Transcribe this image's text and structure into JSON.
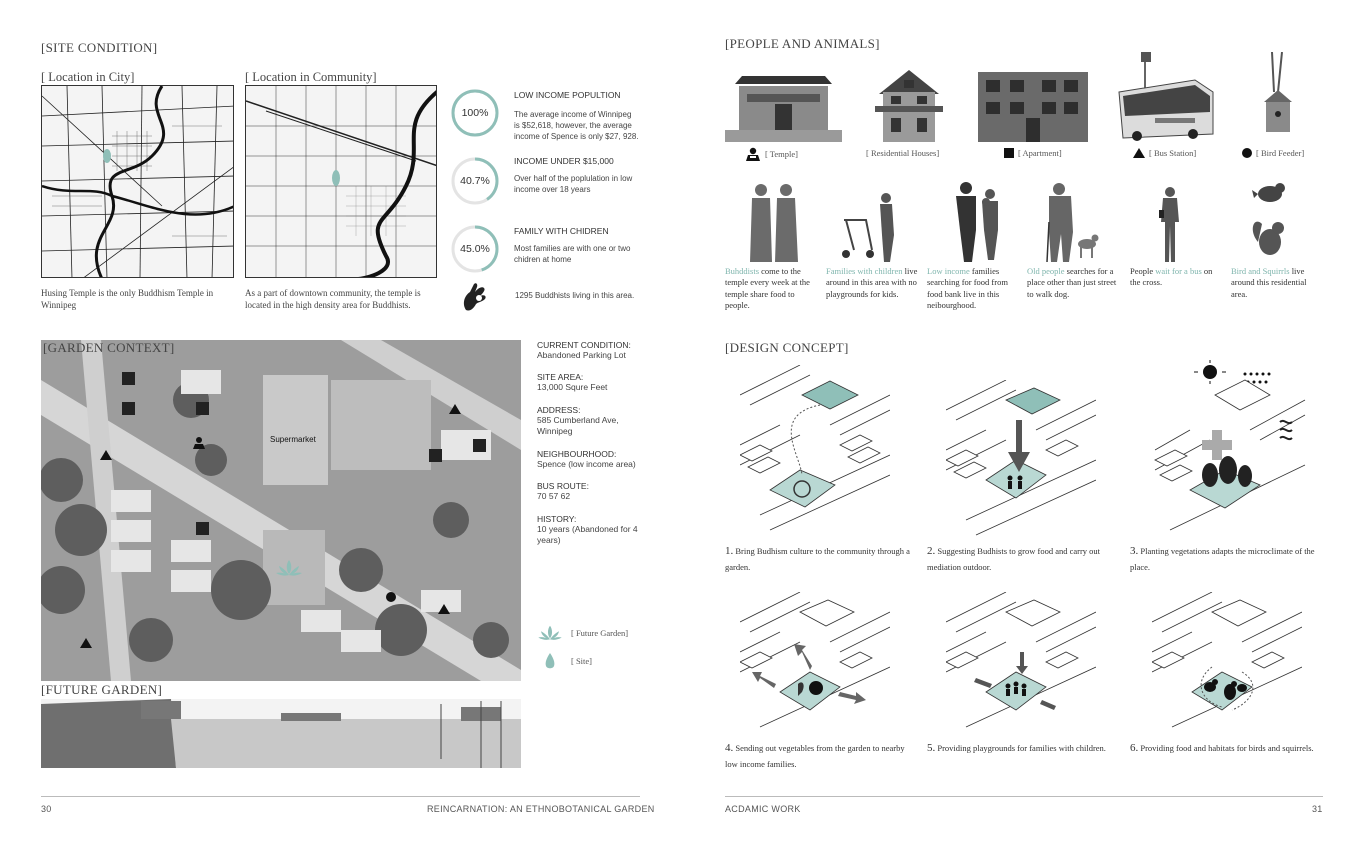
{
  "left": {
    "site_condition": {
      "title": "[SITE CONDITION]",
      "city_map_title": "[ Location in City]",
      "community_map_title": "[ Location in Community]",
      "city_caption": "Husing Temple is the only Buddhism Temple  in Winnipeg",
      "community_caption": "As a part of downtown community, the temple is located in the high density area for Buddhists.",
      "stats": [
        {
          "value": "100%",
          "title": "LOW INCOME POPULTION",
          "body": "The average income of Winnipeg is $52,618, however,  the average income of Spence is only $27, 928.",
          "fraction": 1.0
        },
        {
          "value": "40.7%",
          "title": "INCOME UNDER $15,000",
          "body": "Over half of the poplulation in low income over 18 years",
          "fraction": 0.407
        },
        {
          "value": "45.0%",
          "title": "FAMILY WITH CHIDREN",
          "body": "Most families are with one or two chidren at home",
          "fraction": 0.45
        }
      ],
      "buddhists_text": "1295 Buddhists living in this area."
    },
    "garden_context": {
      "title": "[GARDEN CONTEXT]",
      "supermarket_label": "Supermarket",
      "info": [
        {
          "label": "CURRENT CONDITION:",
          "value": "Abandoned Parking Lot"
        },
        {
          "label": "SITE AREA:",
          "value": "13,000 Squre Feet"
        },
        {
          "label": "ADDRESS:",
          "value": "585 Cumberland Ave, Winnipeg"
        },
        {
          "label": "NEIGHBOURHOOD:",
          "value": "Spence (low income area)"
        },
        {
          "label": "BUS ROUTE:",
          "value": "70  57 62"
        },
        {
          "label": "HISTORY:",
          "value": "10 years  (Abandoned for 4 years)"
        }
      ],
      "legend": [
        {
          "icon": "lotus-icon",
          "label": "[ Future Garden]"
        },
        {
          "icon": "site-drop-icon",
          "label": "[ Site]"
        }
      ]
    },
    "future_garden": {
      "title": "[FUTURE GARDEN]"
    },
    "footer": {
      "page": "30",
      "book_title": "REINCARNATION: AN ETHNOBOTANICAL GARDEN"
    }
  },
  "right": {
    "people_animals": {
      "title": "[PEOPLE AND ANIMALS]",
      "places": [
        {
          "icon": "monk-icon",
          "label": "[ Temple]"
        },
        {
          "icon": "",
          "label": "[ Residential Houses]"
        },
        {
          "icon": "square-icon",
          "label": "[ Apartment]"
        },
        {
          "icon": "triangle-icon",
          "label": "[ Bus Station]"
        },
        {
          "icon": "circle-icon",
          "label": "[ Bird Feeder]"
        }
      ],
      "groups": [
        {
          "highlight": "Buhddists",
          "rest": " come to the temple every week at the temple share food to people."
        },
        {
          "highlight": "Families with children",
          "rest": " live around in this area with no playgrounds for kids."
        },
        {
          "highlight": "Low income",
          "rest": " families searching for food  from food bank live in this neibourghood."
        },
        {
          "highlight": "Old people",
          "rest": " searches for a place other than just street to walk dog."
        },
        {
          "pre": "People ",
          "highlight": "wait for a bus",
          "rest": " on the cross."
        },
        {
          "highlight": "Bird and Squirrls",
          "rest": " live around this residential area."
        }
      ]
    },
    "design_concept": {
      "title": "[DESIGN CONCEPT]",
      "items": [
        {
          "num": "1.",
          "text": " Bring Budhism culture to the community through a garden."
        },
        {
          "num": "2.",
          "text": " Suggesting Budhists to grow food and carry out mediation outdoor."
        },
        {
          "num": "3.",
          "text": " Planting vegetations adapts the microclimate of the place."
        },
        {
          "num": "4.",
          "text": " Sending out vegetables from the garden to nearby low income families."
        },
        {
          "num": "5.",
          "text": " Providing playgrounds for families with children."
        },
        {
          "num": "6.",
          "text": " Providing food and habitats for birds and squirrels."
        }
      ]
    },
    "footer": {
      "section": "ACDAMIC WORK",
      "page": "31"
    }
  },
  "colors": {
    "accent": "#7fb5ad",
    "ring": "#8fbfb8",
    "ring_track": "#e4e4e4"
  }
}
